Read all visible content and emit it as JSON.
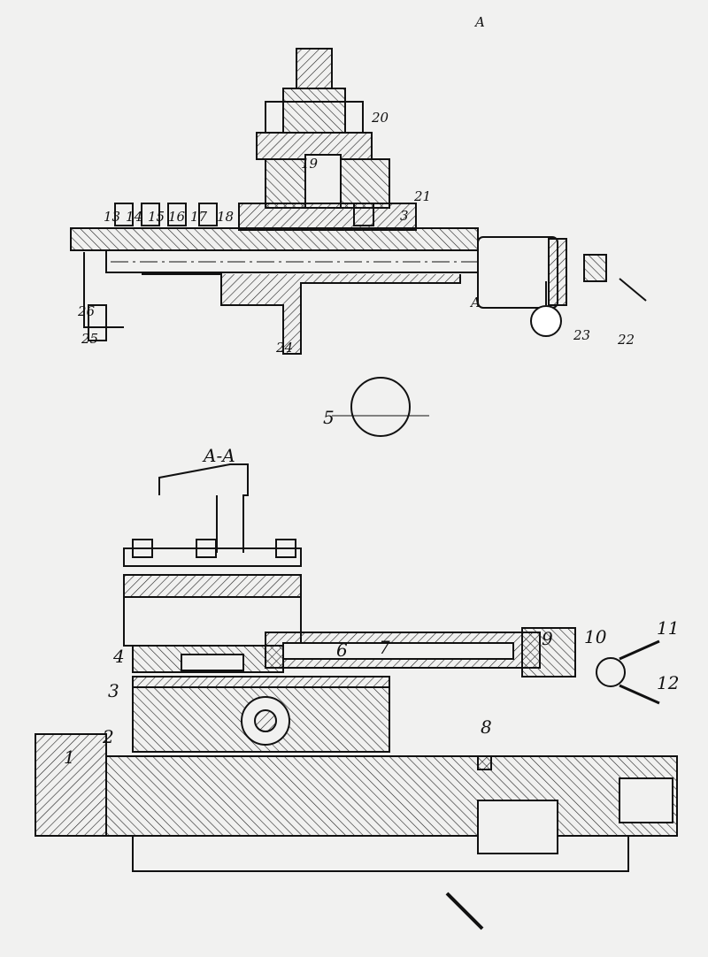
{
  "title": "Мechanical assembly drawing",
  "section_marks": {
    "top": "A",
    "side": "A",
    "section": "A-A"
  },
  "labels": {
    "l1": "1",
    "l2": "2",
    "l3a": "3",
    "l3b": "3",
    "l4": "4",
    "l5": "5",
    "l6": "6",
    "l7": "7",
    "l8": "8",
    "l9": "9",
    "l10": "10",
    "l11": "11",
    "l12": "12",
    "l13": "13",
    "l14": "14",
    "l15": "15",
    "l16": "16",
    "l17": "17",
    "l18": "18",
    "l19": "19",
    "l20": "20",
    "l21": "21",
    "l22": "22",
    "l23": "23",
    "l24": "24",
    "l25": "25",
    "l26": "26"
  }
}
